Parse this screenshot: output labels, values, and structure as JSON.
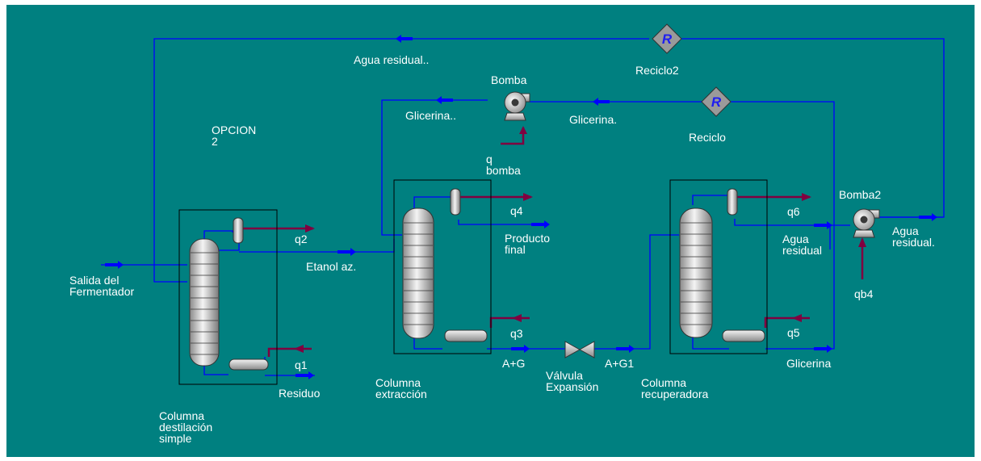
{
  "flowsheet": {
    "note": "OPCION\n2",
    "units": {
      "col1": "Columna\ndestilación\nsimple",
      "col2": "Columna\nextracción",
      "col3": "Columna\nrecuperadora",
      "pump1": "Bomba",
      "pump2": "Bomba2",
      "valve": "Válvula\nExpansión",
      "recycle1": "Reciclo",
      "recycle2": "Reciclo2",
      "recycle_symbol": "R"
    },
    "streams": {
      "feed": "Salida del\nFermentador",
      "etanol": "Etanol az.",
      "residuo": "Residuo",
      "q1": "q1",
      "q2": "q2",
      "q3": "q3",
      "q4": "q4",
      "q5": "q5",
      "q6": "q6",
      "qb4": "qb4",
      "qbomba": "q\nbomba",
      "producto": "Producto\nfinal",
      "ag": "A+G",
      "ag1": "A+G1",
      "agua_col3": "Agua\nresidual",
      "agua_pump2": "Agua\nresidual.",
      "agua_top": "Agua residual..",
      "glicerina_out": "Glicerina",
      "glicerina_mid": "Glicerina.",
      "glicerina_left": "Glicerina.."
    },
    "colors": {
      "background": "#008080",
      "material_stream": "#0000ff",
      "energy_stream": "#800040",
      "label": "#ffffff"
    }
  }
}
